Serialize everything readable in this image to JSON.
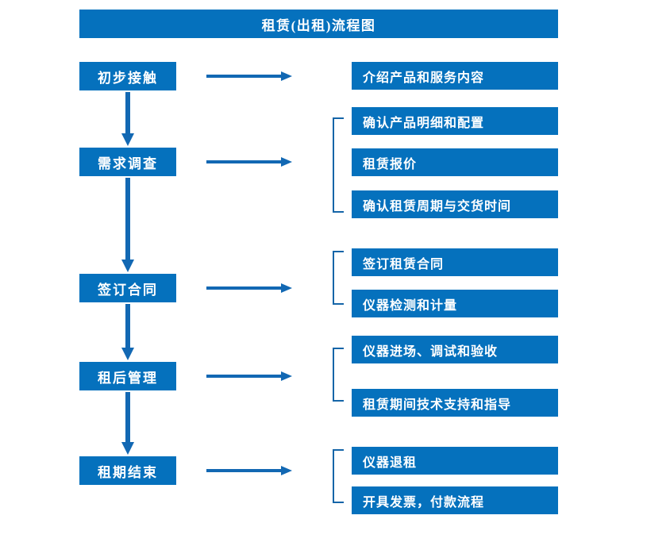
{
  "title": "租赁(出租)流程图",
  "colors": {
    "box_fill": "#0571BD",
    "box_text": "#FFFFFF",
    "connector": "#1268B3",
    "bracket": "#1565A8",
    "background": "#FFFFFF"
  },
  "stages": [
    {
      "label": "初步接触"
    },
    {
      "label": "需求调查"
    },
    {
      "label": "签订合同"
    },
    {
      "label": "租后管理"
    },
    {
      "label": "租期结束"
    }
  ],
  "details": [
    {
      "label": "介绍产品和服务内容"
    },
    {
      "label": "确认产品明细和配置"
    },
    {
      "label": "租赁报价"
    },
    {
      "label": "确认租赁周期与交货时间"
    },
    {
      "label": "签订租赁合同"
    },
    {
      "label": "仪器检测和计量"
    },
    {
      "label": "仪器进场、调试和验收"
    },
    {
      "label": "租赁期间技术支持和指导"
    },
    {
      "label": "仪器退租"
    },
    {
      "label": "开具发票，付款流程"
    }
  ],
  "icons": {
    "right_arrow": "right-arrow-icon",
    "down_arrow": "down-arrow-icon",
    "group_bracket": "group-bracket-icon"
  }
}
